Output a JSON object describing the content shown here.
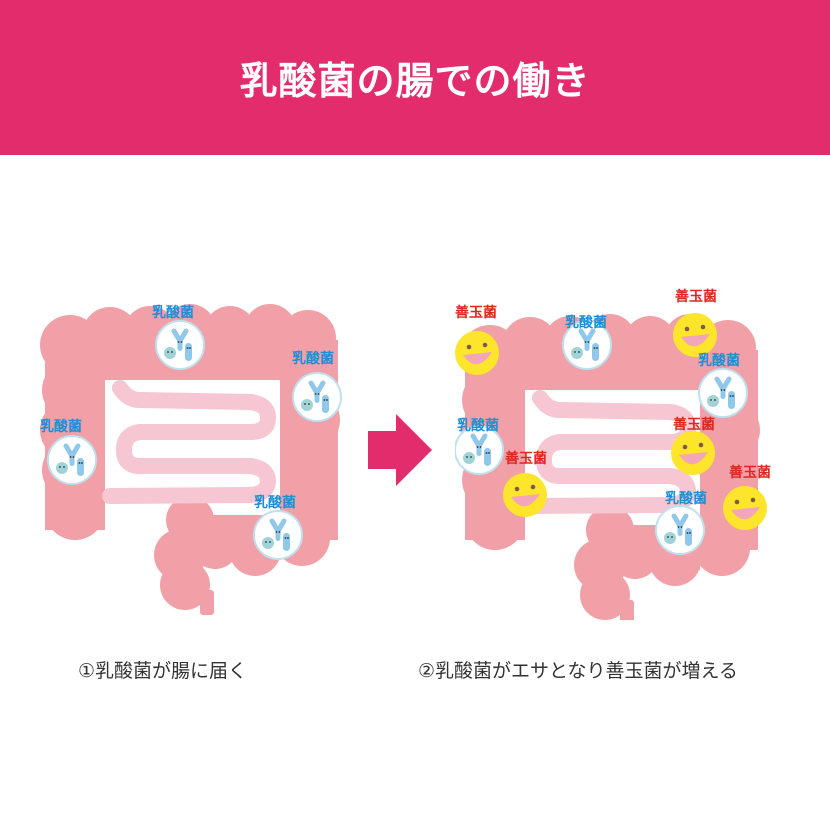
{
  "header": {
    "title": "乳酸菌の腸での働き",
    "background": "#e22c6c"
  },
  "colors": {
    "large_intestine": "#f0a0a6",
    "small_intestine": "#f6c6d2",
    "lactic_label": "#1e8fd6",
    "good_bacteria_label": "#e0261e",
    "smiley": "#fde52b",
    "arrow": "#e22c6c"
  },
  "panels": [
    {
      "caption": "①乳酸菌が腸に届く",
      "labels": [
        {
          "type": "lactic",
          "text": "乳酸菌"
        },
        {
          "type": "lactic",
          "text": "乳酸菌"
        },
        {
          "type": "lactic",
          "text": "乳酸菌"
        },
        {
          "type": "lactic",
          "text": "乳酸菌"
        }
      ]
    },
    {
      "caption": "②乳酸菌がエサとなり善玉菌が増える",
      "labels": [
        {
          "type": "good",
          "text": "善玉菌"
        },
        {
          "type": "lactic",
          "text": "乳酸菌"
        },
        {
          "type": "good",
          "text": "善玉菌"
        },
        {
          "type": "lactic",
          "text": "乳酸菌"
        },
        {
          "type": "lactic",
          "text": "乳酸菌"
        },
        {
          "type": "good",
          "text": "善玉菌"
        },
        {
          "type": "good",
          "text": "善玉菌"
        },
        {
          "type": "lactic",
          "text": "乳酸菌"
        },
        {
          "type": "good",
          "text": "善玉菌"
        }
      ]
    }
  ],
  "arrow": {
    "icon": "right-arrow-icon"
  }
}
